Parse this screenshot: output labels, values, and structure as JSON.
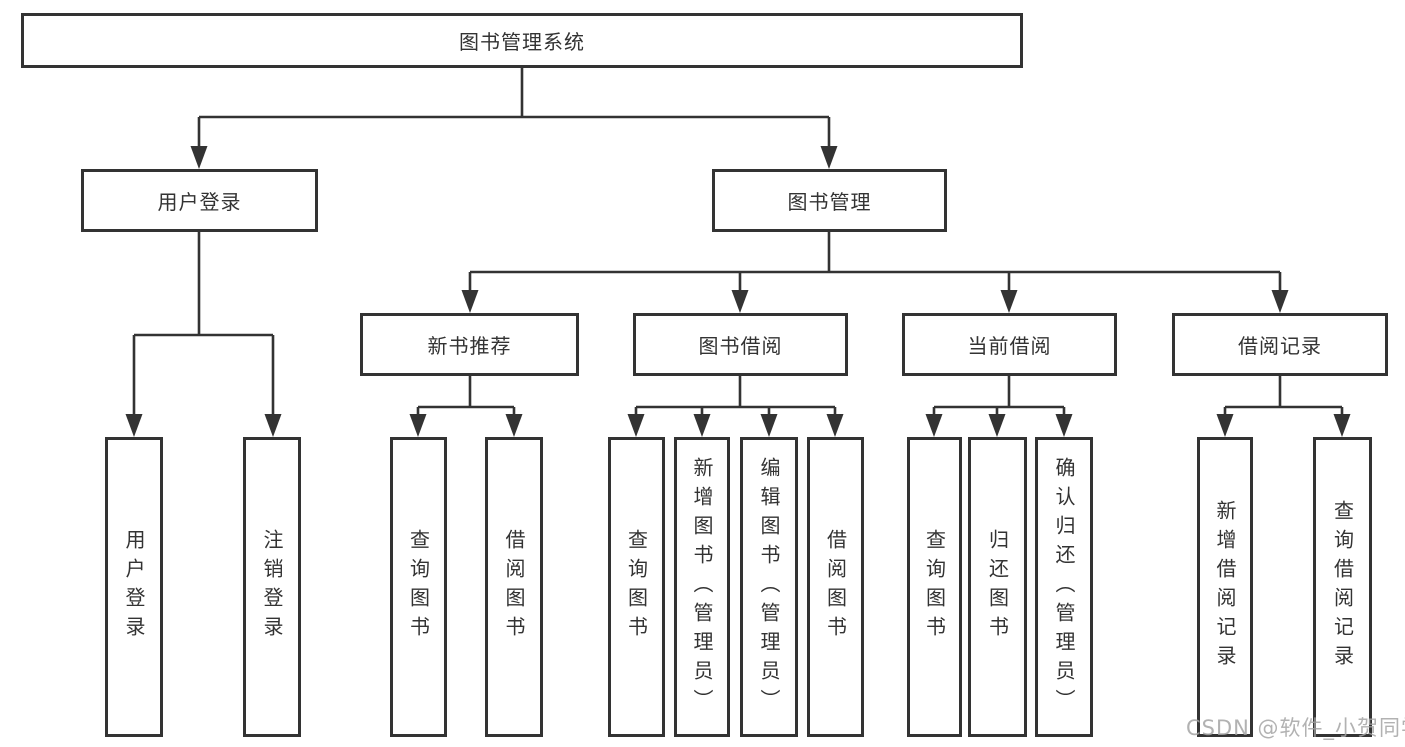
{
  "diagram_title": "图书管理系统",
  "nodes": {
    "root": {
      "label": "图书管理系统"
    },
    "level2": [
      {
        "label": "用户登录"
      },
      {
        "label": "图书管理"
      }
    ],
    "level3": [
      {
        "label": "新书推荐",
        "parent": "图书管理"
      },
      {
        "label": "图书借阅",
        "parent": "图书管理"
      },
      {
        "label": "当前借阅",
        "parent": "图书管理"
      },
      {
        "label": "借阅记录",
        "parent": "图书管理"
      }
    ],
    "leaves": [
      {
        "label": "用户登录",
        "parent": "用户登录"
      },
      {
        "label": "注销登录",
        "parent": "用户登录"
      },
      {
        "label": "查询图书",
        "parent": "新书推荐"
      },
      {
        "label": "借阅图书",
        "parent": "新书推荐"
      },
      {
        "label": "查询图书",
        "parent": "图书借阅"
      },
      {
        "label": "新增图书（管理员）",
        "parent": "图书借阅"
      },
      {
        "label": "编辑图书（管理员）",
        "parent": "图书借阅"
      },
      {
        "label": "借阅图书",
        "parent": "图书借阅"
      },
      {
        "label": "查询图书",
        "parent": "当前借阅"
      },
      {
        "label": "归还图书",
        "parent": "当前借阅"
      },
      {
        "label": "确认归还（管理员）",
        "parent": "当前借阅"
      },
      {
        "label": "新增借阅记录",
        "parent": "借阅记录"
      },
      {
        "label": "查询借阅记录",
        "parent": "借阅记录"
      }
    ]
  },
  "watermark": {
    "text": "CSDN @软件_小贺同学"
  },
  "colors": {
    "line": "#333333",
    "border": "#333333",
    "text": "#333333",
    "watermark": "#a5a5a5",
    "background": "#ffffff"
  }
}
